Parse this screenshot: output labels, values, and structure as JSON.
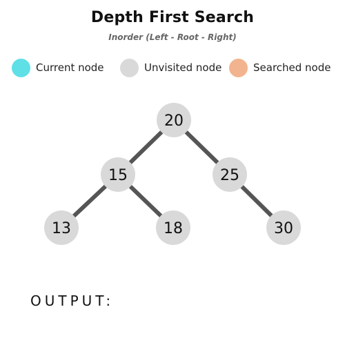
{
  "header": {
    "title": "Depth First Search",
    "subtitle": "Inorder (Left - Root - Right)"
  },
  "legend": {
    "current": {
      "label": "Current node",
      "color": "#5ee0e6"
    },
    "unvisited": {
      "label": "Unvisited node",
      "color": "#d9d9d9"
    },
    "searched": {
      "label": "Searched node",
      "color": "#f2b48e"
    }
  },
  "tree": {
    "node_color": "#d9d9d9",
    "edge_color": "#555555",
    "nodes": [
      {
        "id": "n20",
        "value": "20",
        "state": "unvisited"
      },
      {
        "id": "n15",
        "value": "15",
        "state": "unvisited"
      },
      {
        "id": "n25",
        "value": "25",
        "state": "unvisited"
      },
      {
        "id": "n13",
        "value": "13",
        "state": "unvisited"
      },
      {
        "id": "n18",
        "value": "18",
        "state": "unvisited"
      },
      {
        "id": "n30",
        "value": "30",
        "state": "unvisited"
      }
    ],
    "edges": [
      {
        "from": "20",
        "to": "15"
      },
      {
        "from": "20",
        "to": "25"
      },
      {
        "from": "15",
        "to": "13"
      },
      {
        "from": "15",
        "to": "18"
      },
      {
        "from": "25",
        "to": "30"
      }
    ]
  },
  "output": {
    "label": "OUTPUT:",
    "values": []
  }
}
